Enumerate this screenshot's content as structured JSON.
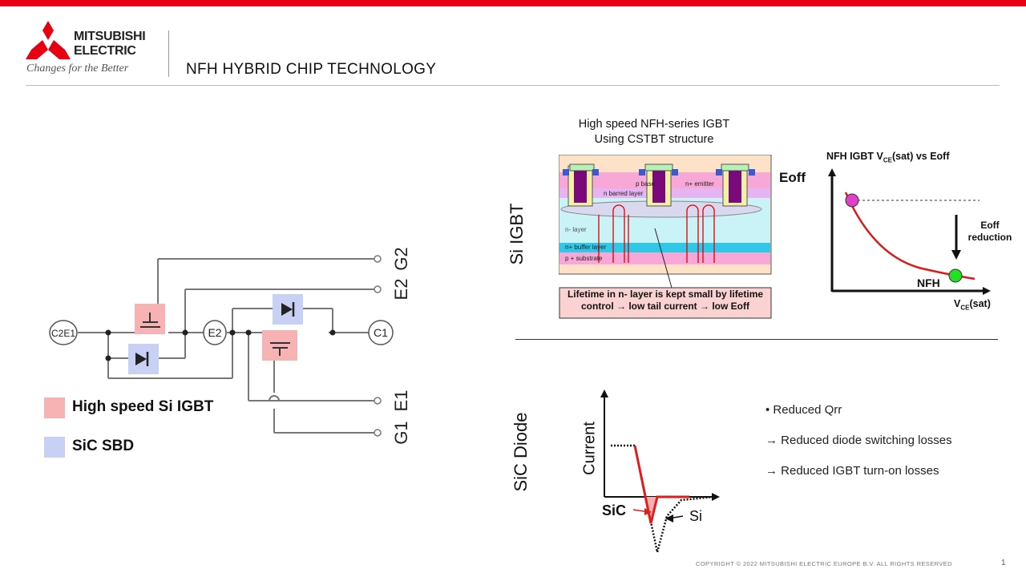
{
  "brand": {
    "line1": "MITSUBISHI",
    "line2": "ELECTRIC",
    "tagline": "Changes for the Better",
    "accent": "#e60012"
  },
  "page_title": "NFH HYBRID  CHIP TECHNOLOGY",
  "circuit": {
    "nodes": [
      "C2E1",
      "E2",
      "C1"
    ],
    "terminals": [
      "G2",
      "E2",
      "E1",
      "G1"
    ]
  },
  "legend": [
    {
      "label": "High speed Si IGBT",
      "color": "#f7b3b3"
    },
    {
      "label": "SiC  SBD",
      "color": "#c9d0f5"
    }
  ],
  "si_igbt": {
    "section_label": "Si IGBT",
    "caption_line1": "High speed NFH-series IGBT",
    "caption_line2": "Using CSTBT structure",
    "eoff_label": "Eoff",
    "layers": {
      "p_base": "p base",
      "n_emitter": "n+ emitter",
      "n_barred": "n barred layer",
      "n_layer": "n- layer",
      "buffer": "n+  buffer layer",
      "substrate": "p + substrate"
    },
    "note_line1": "Lifetime in  n- layer is kept small  by  lifetime",
    "note_line2": "control  → low tail current → low Eoff",
    "chart": {
      "title_main": "NFH IGBT V",
      "title_sub": "CE",
      "title_rest": "(sat)  vs  Eoff",
      "reduction_line1": "Eoff",
      "reduction_line2": "reduction",
      "curve_label": "NFH",
      "x_main": "V",
      "x_sub": "CE",
      "x_rest": "(sat)"
    }
  },
  "sic_diode": {
    "section_label": "SiC Diode",
    "y_label": "Current",
    "sic_label": "SiC",
    "si_label": "Si",
    "bullets": [
      "•   Reduced Qrr",
      "→ Reduced diode switching losses",
      "→ Reduced IGBT turn-on  losses"
    ]
  },
  "footer": "COPYRIGHT  © 2022  MITSUBISHI  ELECTRIC  EUROPE  B.V.  ALL  RIGHTS  RESERVED",
  "page_number": "1"
}
